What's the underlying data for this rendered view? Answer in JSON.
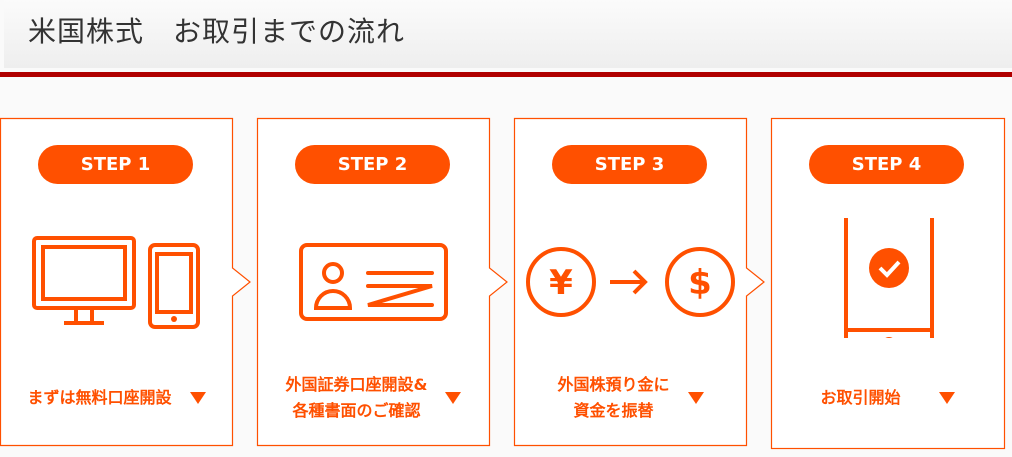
{
  "header": {
    "title": "米国株式　お取引までの流れ"
  },
  "colors": {
    "accent": "#ff5000",
    "rule": "#b00000"
  },
  "steps": [
    {
      "badge": "STEP 1",
      "label": "まずは無料口座開設",
      "icon": "computer-and-phone-icon"
    },
    {
      "badge": "STEP 2",
      "label": "外国証券口座開設&\n各種書面のご確認",
      "icon": "id-card-icon"
    },
    {
      "badge": "STEP 3",
      "label": "外国株預り金に\n資金を振替",
      "icon": "yen-to-dollar-icon"
    },
    {
      "badge": "STEP 4",
      "label": "お取引開始",
      "icon": "phone-check-icon"
    }
  ]
}
